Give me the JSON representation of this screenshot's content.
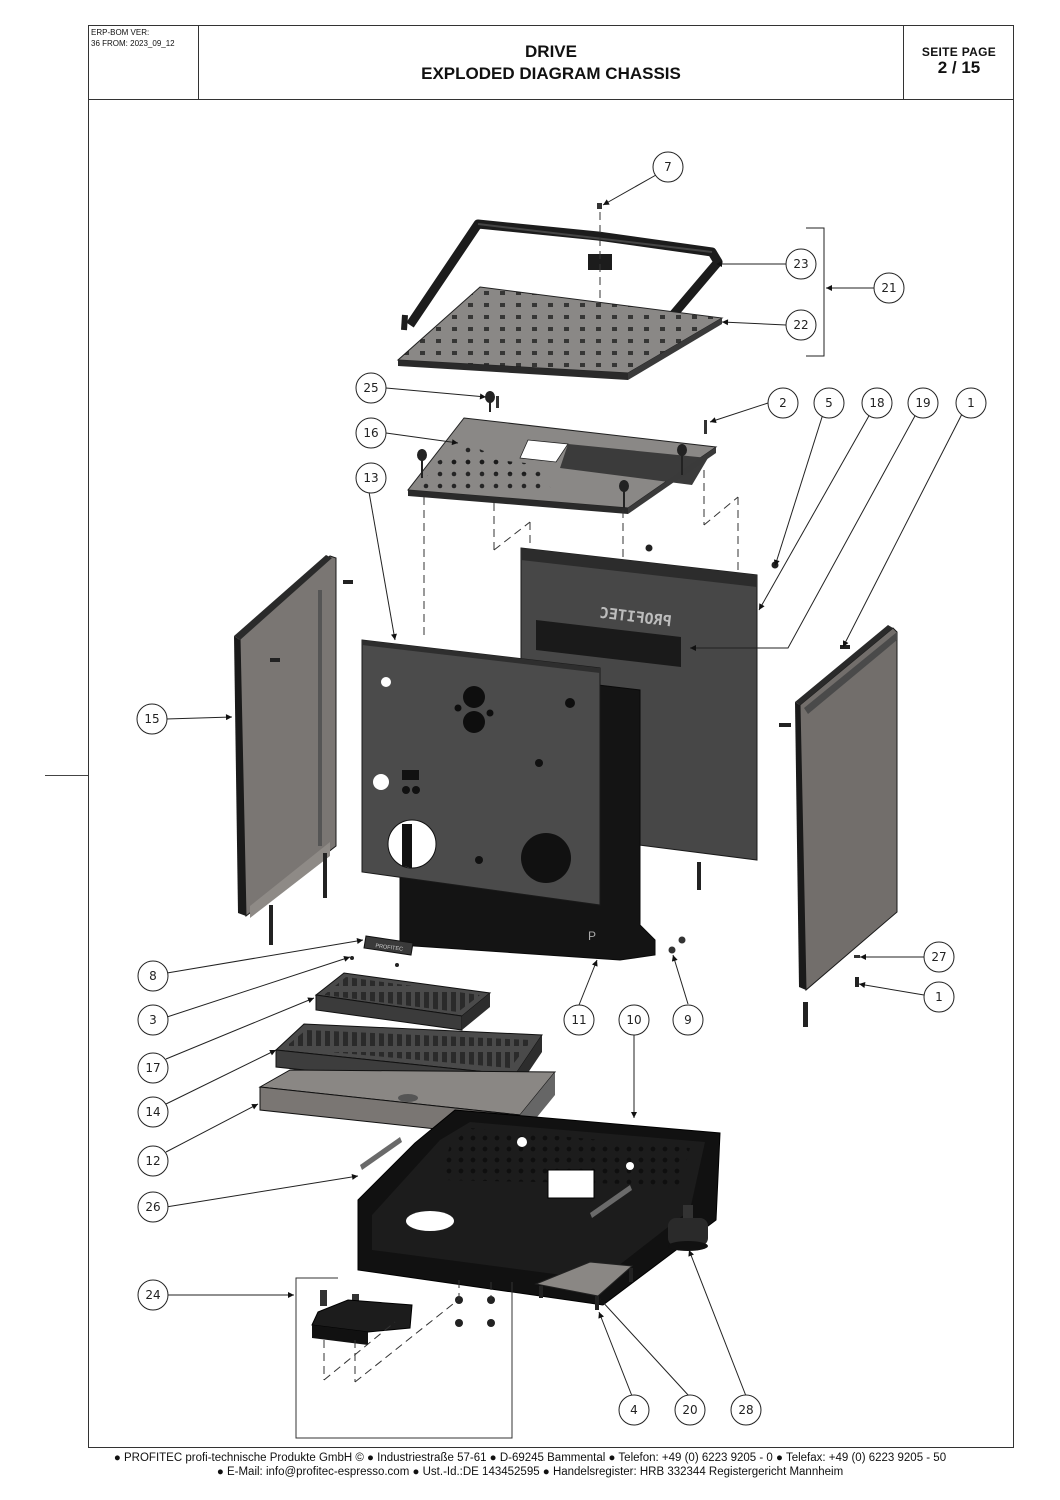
{
  "header": {
    "erp_line1": "ERP-BOM VER:",
    "erp_line2": "36 FROM: 2023_09_12",
    "title_line1": "DRIVE",
    "title_line2": "EXPLODED DIAGRAM CHASSIS",
    "page_label": "SEITE  PAGE",
    "page_number": "2 / 15"
  },
  "diagram": {
    "panel_logo_text": "PROFITEC",
    "badge_text": "PROFITEC",
    "frame_letter": "P",
    "callouts": [
      {
        "id": "7",
        "label": "7"
      },
      {
        "id": "23",
        "label": "23"
      },
      {
        "id": "21",
        "label": "21"
      },
      {
        "id": "22",
        "label": "22"
      },
      {
        "id": "25",
        "label": "25"
      },
      {
        "id": "2",
        "label": "2"
      },
      {
        "id": "5",
        "label": "5"
      },
      {
        "id": "18",
        "label": "18"
      },
      {
        "id": "19",
        "label": "19"
      },
      {
        "id": "1a",
        "label": "1"
      },
      {
        "id": "16",
        "label": "16"
      },
      {
        "id": "13",
        "label": "13"
      },
      {
        "id": "15",
        "label": "15"
      },
      {
        "id": "27",
        "label": "27"
      },
      {
        "id": "1b",
        "label": "1"
      },
      {
        "id": "8",
        "label": "8"
      },
      {
        "id": "3",
        "label": "3"
      },
      {
        "id": "11",
        "label": "11"
      },
      {
        "id": "10",
        "label": "10"
      },
      {
        "id": "9",
        "label": "9"
      },
      {
        "id": "17",
        "label": "17"
      },
      {
        "id": "14",
        "label": "14"
      },
      {
        "id": "12",
        "label": "12"
      },
      {
        "id": "26",
        "label": "26"
      },
      {
        "id": "24",
        "label": "24"
      },
      {
        "id": "4",
        "label": "4"
      },
      {
        "id": "20",
        "label": "20"
      },
      {
        "id": "28",
        "label": "28"
      }
    ]
  },
  "footer": {
    "line1": "● PROFITEC profi-technische Produkte GmbH © ● Industriestraße 57-61 ● D-69245 Bammental ● Telefon: +49 (0) 6223 9205 - 0 ● Telefax: +49 (0) 6223 9205 - 50",
    "line2": "● E-Mail: info@profitec-espresso.com ● Ust.-Id.:DE 143452595 ● Handelsregister: HRB 332344 Registergericht Mannheim"
  }
}
